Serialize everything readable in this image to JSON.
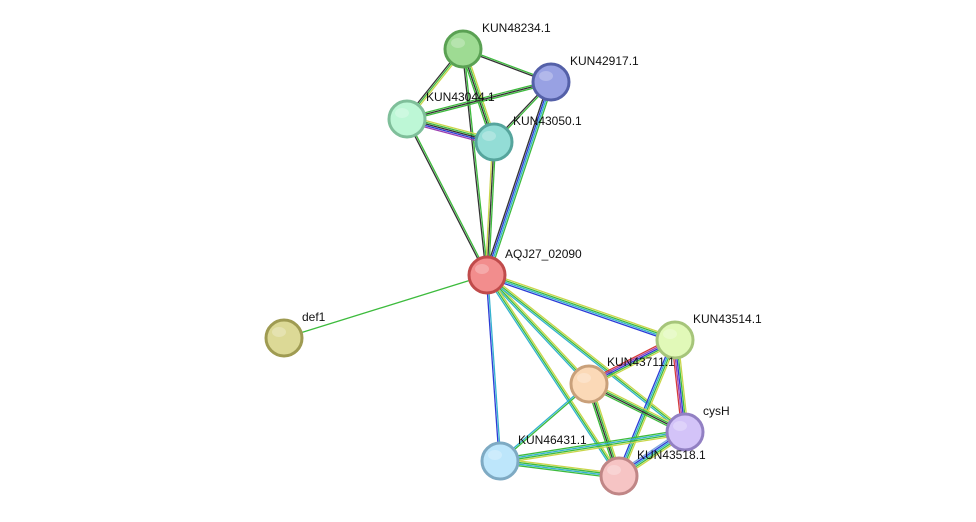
{
  "network": {
    "nodes": [
      {
        "id": "KUN48234.1",
        "label": "KUN48234.1",
        "fill": "#9edb93",
        "stroke": "#5aa153"
      },
      {
        "id": "KUN42917.1",
        "label": "KUN42917.1",
        "fill": "#98a1e3",
        "stroke": "#5460a8"
      },
      {
        "id": "KUN43044.1",
        "label": "KUN43044.1",
        "fill": "#bdf7d6",
        "stroke": "#7fbf9a"
      },
      {
        "id": "KUN43050.1",
        "label": "KUN43050.1",
        "fill": "#93ddd6",
        "stroke": "#56a59d"
      },
      {
        "id": "AQJ27_02090",
        "label": "AQJ27_02090",
        "fill": "#f28d8d",
        "stroke": "#c04b4b"
      },
      {
        "id": "def1",
        "label": "def1",
        "fill": "#dcd996",
        "stroke": "#9f9b52"
      },
      {
        "id": "KUN43514.1",
        "label": "KUN43514.1",
        "fill": "#e1f9b8",
        "stroke": "#a6c57a"
      },
      {
        "id": "KUN43711.1",
        "label": "KUN43711.1",
        "fill": "#fbd9b7",
        "stroke": "#c9a07a"
      },
      {
        "id": "cysH",
        "label": "cysH",
        "fill": "#d3c3f8",
        "stroke": "#9280c3"
      },
      {
        "id": "KUN46431.1",
        "label": "KUN46431.1",
        "fill": "#bde6fb",
        "stroke": "#7eaac3"
      },
      {
        "id": "KUN43518.1",
        "label": "KUN43518.1",
        "fill": "#f6c4c4",
        "stroke": "#c08686"
      }
    ],
    "edge_colors": {
      "green": "#3dbb3d",
      "black": "#333333",
      "yellow": "#c9d64a",
      "blue": "#2b3bd6",
      "cyan": "#34b2cf",
      "purple": "#9c3fb0",
      "red": "#d53b3b",
      "lightblue": "#7fa9e0"
    },
    "edges": [
      {
        "a": "KUN48234.1",
        "b": "KUN42917.1",
        "kinds": [
          "green",
          "black"
        ]
      },
      {
        "a": "KUN48234.1",
        "b": "KUN43044.1",
        "kinds": [
          "yellow",
          "green",
          "black"
        ]
      },
      {
        "a": "KUN48234.1",
        "b": "KUN43050.1",
        "kinds": [
          "yellow",
          "green",
          "black",
          "green"
        ]
      },
      {
        "a": "KUN48234.1",
        "b": "AQJ27_02090",
        "kinds": [
          "green",
          "black"
        ]
      },
      {
        "a": "KUN42917.1",
        "b": "KUN43044.1",
        "kinds": [
          "green",
          "black",
          "green"
        ]
      },
      {
        "a": "KUN42917.1",
        "b": "KUN43050.1",
        "kinds": [
          "green",
          "black"
        ]
      },
      {
        "a": "KUN42917.1",
        "b": "AQJ27_02090",
        "kinds": [
          "green",
          "cyan",
          "blue",
          "black"
        ]
      },
      {
        "a": "KUN43044.1",
        "b": "KUN43050.1",
        "kinds": [
          "yellow",
          "green",
          "black",
          "blue",
          "purple"
        ]
      },
      {
        "a": "KUN43044.1",
        "b": "AQJ27_02090",
        "kinds": [
          "green",
          "black"
        ]
      },
      {
        "a": "KUN43050.1",
        "b": "AQJ27_02090",
        "kinds": [
          "green",
          "black",
          "yellow"
        ]
      },
      {
        "a": "AQJ27_02090",
        "b": "def1",
        "kinds": [
          "green"
        ]
      },
      {
        "a": "AQJ27_02090",
        "b": "KUN43514.1",
        "kinds": [
          "yellow",
          "green",
          "cyan",
          "blue"
        ]
      },
      {
        "a": "AQJ27_02090",
        "b": "KUN43711.1",
        "kinds": [
          "yellow",
          "green",
          "cyan"
        ]
      },
      {
        "a": "AQJ27_02090",
        "b": "cysH",
        "kinds": [
          "yellow",
          "green",
          "cyan"
        ]
      },
      {
        "a": "AQJ27_02090",
        "b": "KUN46431.1",
        "kinds": [
          "cyan",
          "blue"
        ]
      },
      {
        "a": "AQJ27_02090",
        "b": "KUN43518.1",
        "kinds": [
          "yellow",
          "green",
          "cyan"
        ]
      },
      {
        "a": "KUN43514.1",
        "b": "KUN43711.1",
        "kinds": [
          "yellow",
          "green",
          "blue",
          "purple",
          "red"
        ]
      },
      {
        "a": "KUN43514.1",
        "b": "cysH",
        "kinds": [
          "yellow",
          "green",
          "blue",
          "purple",
          "red"
        ]
      },
      {
        "a": "KUN43514.1",
        "b": "KUN43518.1",
        "kinds": [
          "yellow",
          "green",
          "cyan",
          "blue"
        ]
      },
      {
        "a": "KUN43711.1",
        "b": "cysH",
        "kinds": [
          "yellow",
          "green",
          "black",
          "green"
        ]
      },
      {
        "a": "KUN43711.1",
        "b": "KUN43518.1",
        "kinds": [
          "yellow",
          "green",
          "black",
          "green"
        ]
      },
      {
        "a": "KUN43711.1",
        "b": "KUN46431.1",
        "kinds": [
          "green",
          "cyan"
        ]
      },
      {
        "a": "cysH",
        "b": "KUN43518.1",
        "kinds": [
          "yellow",
          "green",
          "cyan",
          "blue",
          "lightblue"
        ]
      },
      {
        "a": "cysH",
        "b": "KUN46431.1",
        "kinds": [
          "yellow",
          "green",
          "cyan",
          "green"
        ]
      },
      {
        "a": "KUN46431.1",
        "b": "KUN43518.1",
        "kinds": [
          "yellow",
          "green",
          "cyan",
          "green"
        ]
      }
    ]
  }
}
